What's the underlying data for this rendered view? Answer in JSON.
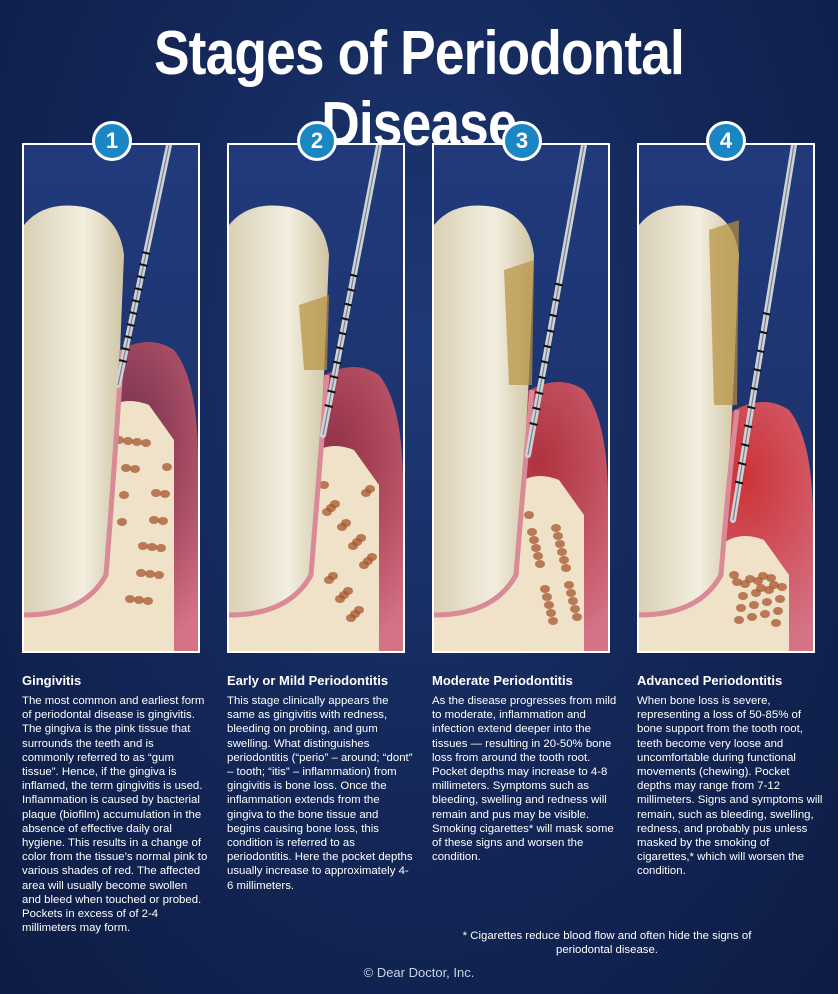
{
  "title": "Stages of Periodontal Disease",
  "stages": [
    {
      "number": "1",
      "heading": "Gingivitis",
      "text": "The most common and earliest form of periodontal disease is gingivitis. The gingiva is the pink tissue that surrounds the teeth and is commonly referred to as “gum tissue”. Hence, if the gingiva is inflamed, the term gingivitis is used. Inflammation is caused by bacterial plaque (biofilm) accumulation in the absence of effective daily oral hygiene. This results in a change of color from the tissue’s normal pink to various shades of red. The affected area will usually become swollen and bleed when touched or probed. Pockets in excess of of 2-4 millimeters may form."
    },
    {
      "number": "2",
      "heading": "Early or Mild Periodontitis",
      "text": "This stage clinically appears the same as gingivitis with redness, bleeding on probing, and gum swelling. What distinguishes periodontitis (“perio” – around; “dont” – tooth; “itis” – inflammation) from gingivitis is bone loss. Once the inflammation extends from the gingiva to the bone tissue and begins causing bone loss, this condition is referred to as periodontitis. Here the pocket depths usually increase to approximately 4-6 millimeters."
    },
    {
      "number": "3",
      "heading": "Moderate Periodontitis",
      "text": "As the disease progresses from mild to moderate, inflammation and infection extend deeper into the tissues — resulting in 20-50% bone loss from around the tooth root. Pocket depths may increase to 4-8 millimeters. Symptoms such as bleeding, swelling and redness will remain and pus may be visible. Smoking cigarettes* will mask some of these signs and worsen the condition."
    },
    {
      "number": "4",
      "heading": "Advanced Periodontitis",
      "text": "When bone loss is severe, representing a loss of 50-85% of bone support from the tooth root, teeth become very loose and uncomfortable during functional movements (chewing). Pocket depths may range from 7-12 millimeters. Signs and symptoms will remain, such as bleeding, swelling, redness, and probably pus unless masked by the smoking of cigarettes,* which will worsen the condition."
    }
  ],
  "footnote": "* Cigarettes reduce blood flow and often hide the signs of periodontal disease.",
  "credit": "© Dear Doctor, Inc.",
  "colors": {
    "background": "#14285a",
    "badge": "#1b86c4",
    "gum": "#e87a8a",
    "bone": "#efe2c8",
    "tooth": "#f3eedf"
  }
}
